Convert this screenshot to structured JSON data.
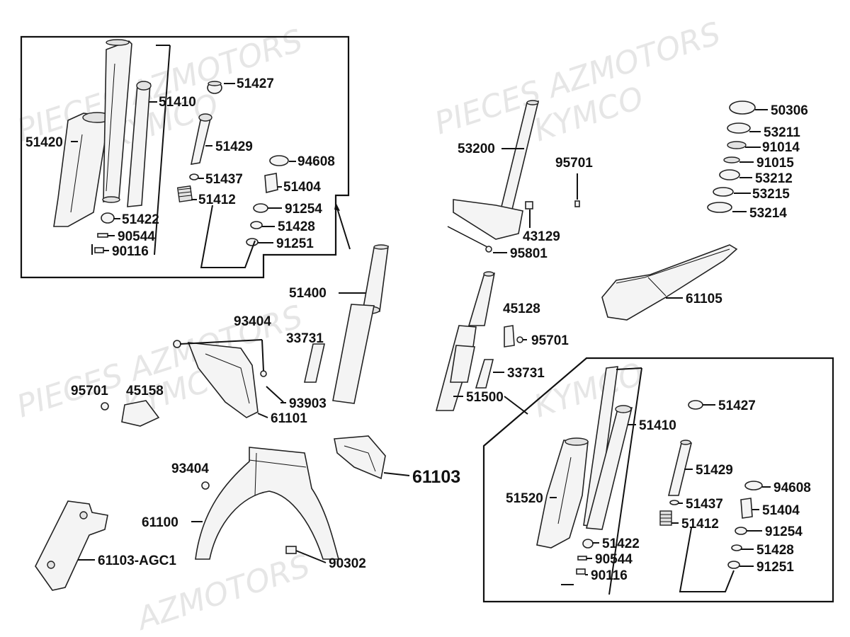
{
  "watermarks": [
    "PIECES AZMOTORS",
    "KYMCO",
    "PIECES AZMOTORS",
    "KYMCO",
    "PIECES AZMOTORS",
    "KYMCO",
    "AZMOTORS",
    "KYMCO"
  ],
  "labels": {
    "p51420": "51420",
    "p51410a": "51410",
    "p51427a": "51427",
    "p51429a": "51429",
    "p94608a": "94608",
    "p51437a": "51437",
    "p51404a": "51404",
    "p51412a": "51412",
    "p91254a": "91254",
    "p51422a": "51422",
    "p51428a": "51428",
    "p90544a": "90544",
    "p91251a": "91251",
    "p90116a": "90116",
    "p53200": "53200",
    "p95701a": "95701",
    "p43129": "43129",
    "p95801": "95801",
    "p50306": "50306",
    "p53211": "53211",
    "p91014": "91014",
    "p91015": "91015",
    "p53212": "53212",
    "p53215": "53215",
    "p53214": "53214",
    "p61105": "61105",
    "p51400": "51400",
    "p93404a": "93404",
    "p33731a": "33731",
    "p45128": "45128",
    "p95701b": "95701",
    "p33731b": "33731",
    "p95701c": "95701",
    "p45158": "45158",
    "p93903": "93903",
    "p61101": "61101",
    "p51500": "51500",
    "p61103": "61103",
    "p93404b": "93404",
    "p61100": "61100",
    "p61103agc1": "61103-AGC1",
    "p90302": "90302",
    "p51427b": "51427",
    "p51410b": "51410",
    "p51429b": "51429",
    "p51520": "51520",
    "p94608b": "94608",
    "p51437b": "51437",
    "p51404b": "51404",
    "p51412b": "51412",
    "p91254b": "91254",
    "p51422b": "51422",
    "p51428b": "51428",
    "p90544b": "90544",
    "p91251b": "91251",
    "p90116b": "90116"
  }
}
